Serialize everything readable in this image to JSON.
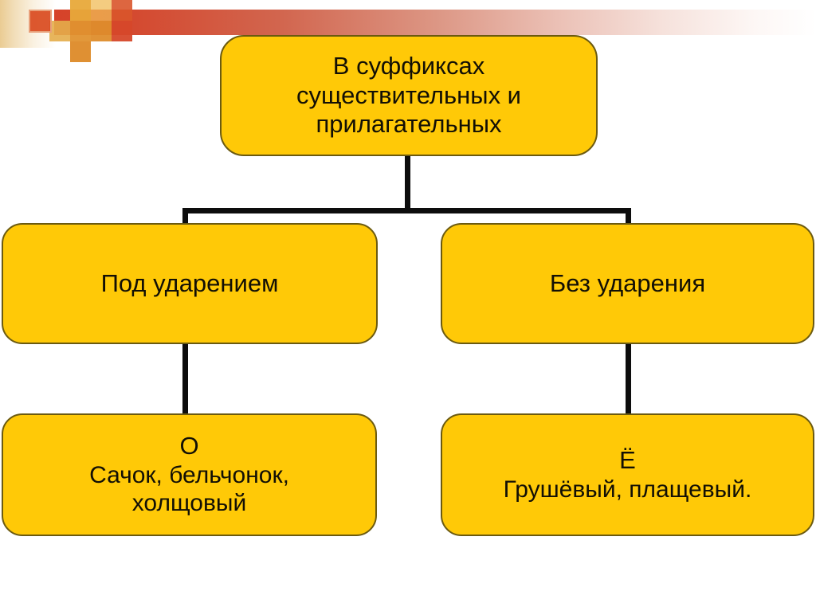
{
  "slide": {
    "title_box": {
      "lines": [
        "В суффиксах",
        "существительных и",
        "прилагательных"
      ]
    },
    "branches": [
      {
        "name": "stressed",
        "label": "Под ударением",
        "result_letter": "О",
        "examples_lines": [
          "Сачок, бельчонок,",
          "холщовый"
        ]
      },
      {
        "name": "unstressed",
        "label": "Без ударения",
        "result_letter": "Ё",
        "examples_lines": [
          "Грушёвый, плащевый."
        ]
      }
    ],
    "colors": {
      "node_fill": "#FFC907",
      "node_border": "#6b5a10",
      "connector": "#0d0d0d",
      "header_accent_red": "#d6432a",
      "header_accent_orange": "#e0922f",
      "text": "#120f05",
      "background": "#ffffff"
    }
  }
}
